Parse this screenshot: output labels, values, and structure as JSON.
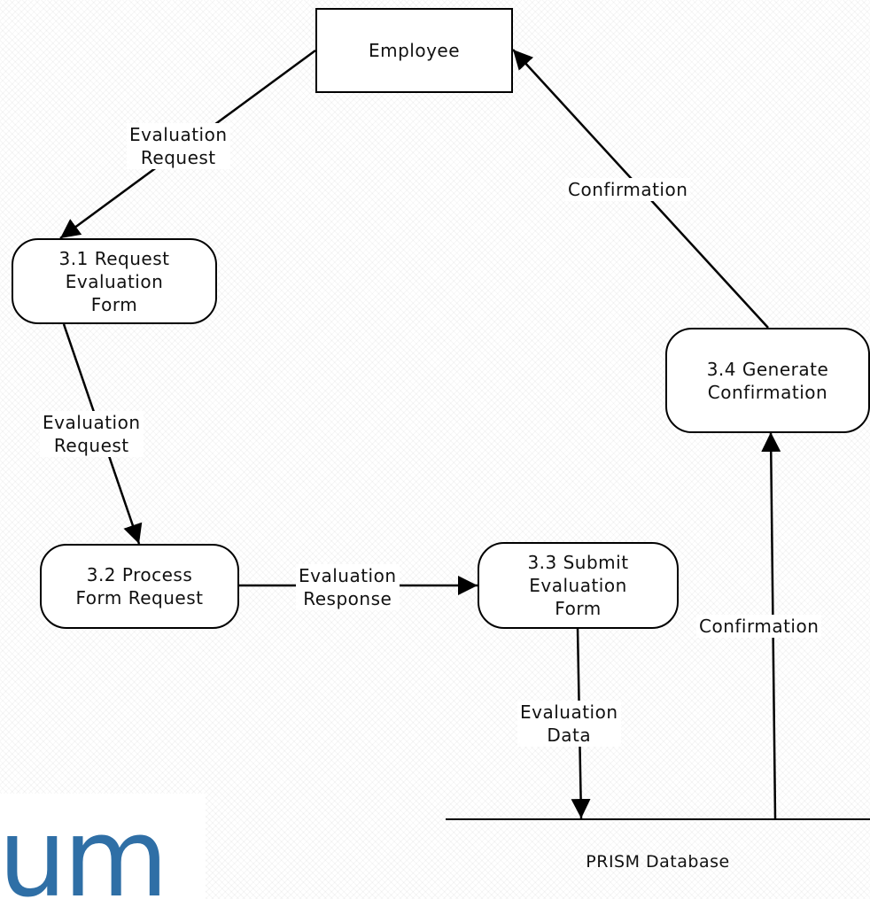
{
  "entity": {
    "label": "Employee"
  },
  "processes": {
    "p31": "3.1 Request\nEvaluation\nForm",
    "p32": "3.2 Process\nForm Request",
    "p33": "3.3 Submit\nEvaluation\nForm",
    "p34": "3.4 Generate\nConfirmation"
  },
  "flows": {
    "employee_to_p31": "Evaluation\nRequest",
    "p31_to_p32": "Evaluation\nRequest",
    "p32_to_p33": "Evaluation\nResponse",
    "p33_to_store": "Evaluation\nData",
    "store_to_p34": "Confirmation",
    "p34_to_employee": "Confirmation"
  },
  "data_store": {
    "label": "PRISM Database"
  },
  "logo": {
    "text": "um"
  },
  "colors": {
    "line": "#000000",
    "logo": "#2f6fa6"
  }
}
